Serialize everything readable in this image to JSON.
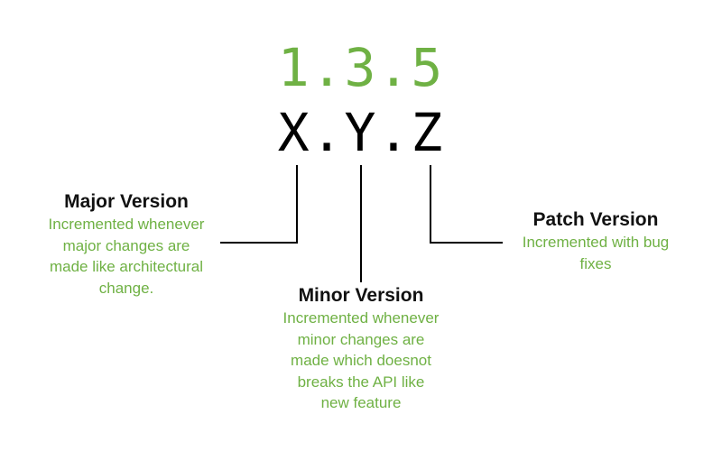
{
  "version": {
    "number": "1.3.5",
    "format": "X.Y.Z"
  },
  "major": {
    "title": "Major Version",
    "description": "Incremented whenever\nmajor changes are\nmade like architectural\nchange."
  },
  "minor": {
    "title": "Minor Version",
    "description": "Incremented whenever\nminor changes are\nmade which doesnot\nbreaks the API like\nnew feature"
  },
  "patch": {
    "title": "Patch Version",
    "description": "Incremented with bug\nfixes"
  },
  "colors": {
    "accent": "#6fb144",
    "text": "#111111",
    "line": "#000000"
  }
}
